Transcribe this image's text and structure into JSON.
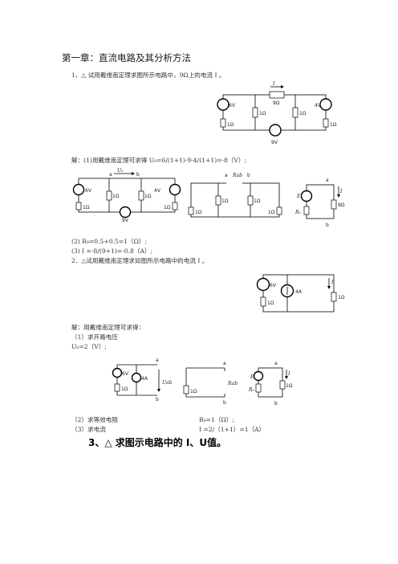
{
  "chapter_title": "第一章：直流电路及其分析方法",
  "problem1": {
    "text": "1、△  试用戴维南定理求图所示电路中，9Ω上的电流 I 。",
    "circuit": {
      "current": "I",
      "r_top": "9Ω",
      "v_left": "6V",
      "r_left_low": "1Ω",
      "r_mid": "1Ω",
      "r_right": "1Ω",
      "v_right": "4V",
      "r_right_low": "1Ω",
      "v_bottom": "9V"
    },
    "solution_line": "解：(1)用戴维南定理可求得   U₀=6/(1+1)-9-4/(1+1)=-8（V）;",
    "fig_a": {
      "u0": "U₀",
      "node_a": "a",
      "node_b": "b",
      "v_left": "6V",
      "r1": "1Ω",
      "r2": "1Ω",
      "r3": "1Ω",
      "v_right": "4V",
      "r4": "1Ω",
      "v_bottom": "9V"
    },
    "fig_b": {
      "node_a": "a",
      "rab": "Rab",
      "node_b": "b",
      "r1": "1Ω",
      "r2": "1Ω",
      "r3": "1Ω",
      "r4": "1Ω"
    },
    "fig_c": {
      "node_a": "a",
      "e": "E",
      "i": "I",
      "r0": "R₀",
      "r": "9Ω",
      "node_b": "b"
    },
    "step2": "(2) R₀=0.5+0.5=1（Ω）;",
    "step3": "(3)  I =-8/(9+1)=-0.8（A）;"
  },
  "problem2": {
    "text": "2．△试用戴维南定理求如图所示电路中的电流 I 。",
    "circuit": {
      "v": "6V",
      "i_src": "4A",
      "i": "I",
      "r_left": "1Ω",
      "r_right": "1Ω"
    },
    "solution_head": "解：用戴维南定理可求得：",
    "step1": "（1）求开路电压",
    "u0_line": "U₀=2（V）;",
    "fig_a": {
      "node_a": "a",
      "v": "6V",
      "i_src": "4A",
      "uab": "Uab",
      "r": "1Ω",
      "node_b": "b"
    },
    "fig_b": {
      "node_a": "a",
      "r": "1Ω",
      "rab": "Rab",
      "node_b": "b"
    },
    "fig_c": {
      "node_a": "a",
      "e": "E",
      "i": "I",
      "r0": "R₀",
      "r": "1Ω",
      "node_b": "b"
    },
    "step2_label": "（2）求等效电阻",
    "step2_value": "R₀=1（Ω）;",
    "step3_label": "（3）求电流",
    "step3_value": "I =2/（1+1）=1（A）"
  },
  "problem3": {
    "text": "3、△  求图示电路中的 I、U值。"
  }
}
